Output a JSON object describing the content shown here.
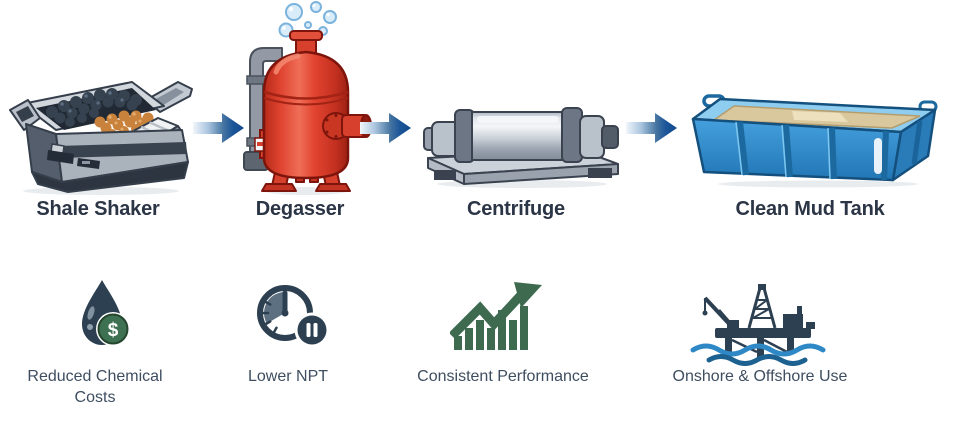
{
  "flow": {
    "steps": [
      {
        "id": "shale-shaker",
        "label": "Shale Shaker"
      },
      {
        "id": "degasser",
        "label": "Degasser"
      },
      {
        "id": "centrifuge",
        "label": "Centrifuge"
      },
      {
        "id": "clean-mud-tank",
        "label": "Clean Mud Tank"
      }
    ],
    "arrow_icon": "right-arrow-icon"
  },
  "benefits": [
    {
      "id": "reduced-chemical-costs",
      "label": "Reduced Chemical Costs",
      "icon": "money-drop-icon"
    },
    {
      "id": "lower-npt",
      "label": "Lower NPT",
      "icon": "clock-pause-icon"
    },
    {
      "id": "consistent-performance",
      "label": "Consistent Performance",
      "icon": "growth-chart-icon"
    },
    {
      "id": "onshore-offshore-use",
      "label": "Onshore & Offshore Use",
      "icon": "oil-rig-icon"
    }
  ],
  "coin_symbol": "$",
  "colors": {
    "background": "#ffffff",
    "step_label_text": "#2b3546",
    "benefit_label_text": "#3e4e60",
    "arrow_blue_dark": "#11498a",
    "arrow_blue_light": "#f1f6fb",
    "degasser_red": "#d8402e",
    "mud_tank_blue": "#2f8fd0",
    "mud_tan": "#d9c79e",
    "chart_green": "#3e6b50",
    "icon_slate": "#2d4051",
    "coin_green": "#3e7151",
    "wave_light_blue": "#2f88c6",
    "wave_dark_blue": "#1c618f",
    "machine_gray": "#aab2bc",
    "rock_dark": "#36424f",
    "rock_orange": "#c9823c"
  }
}
